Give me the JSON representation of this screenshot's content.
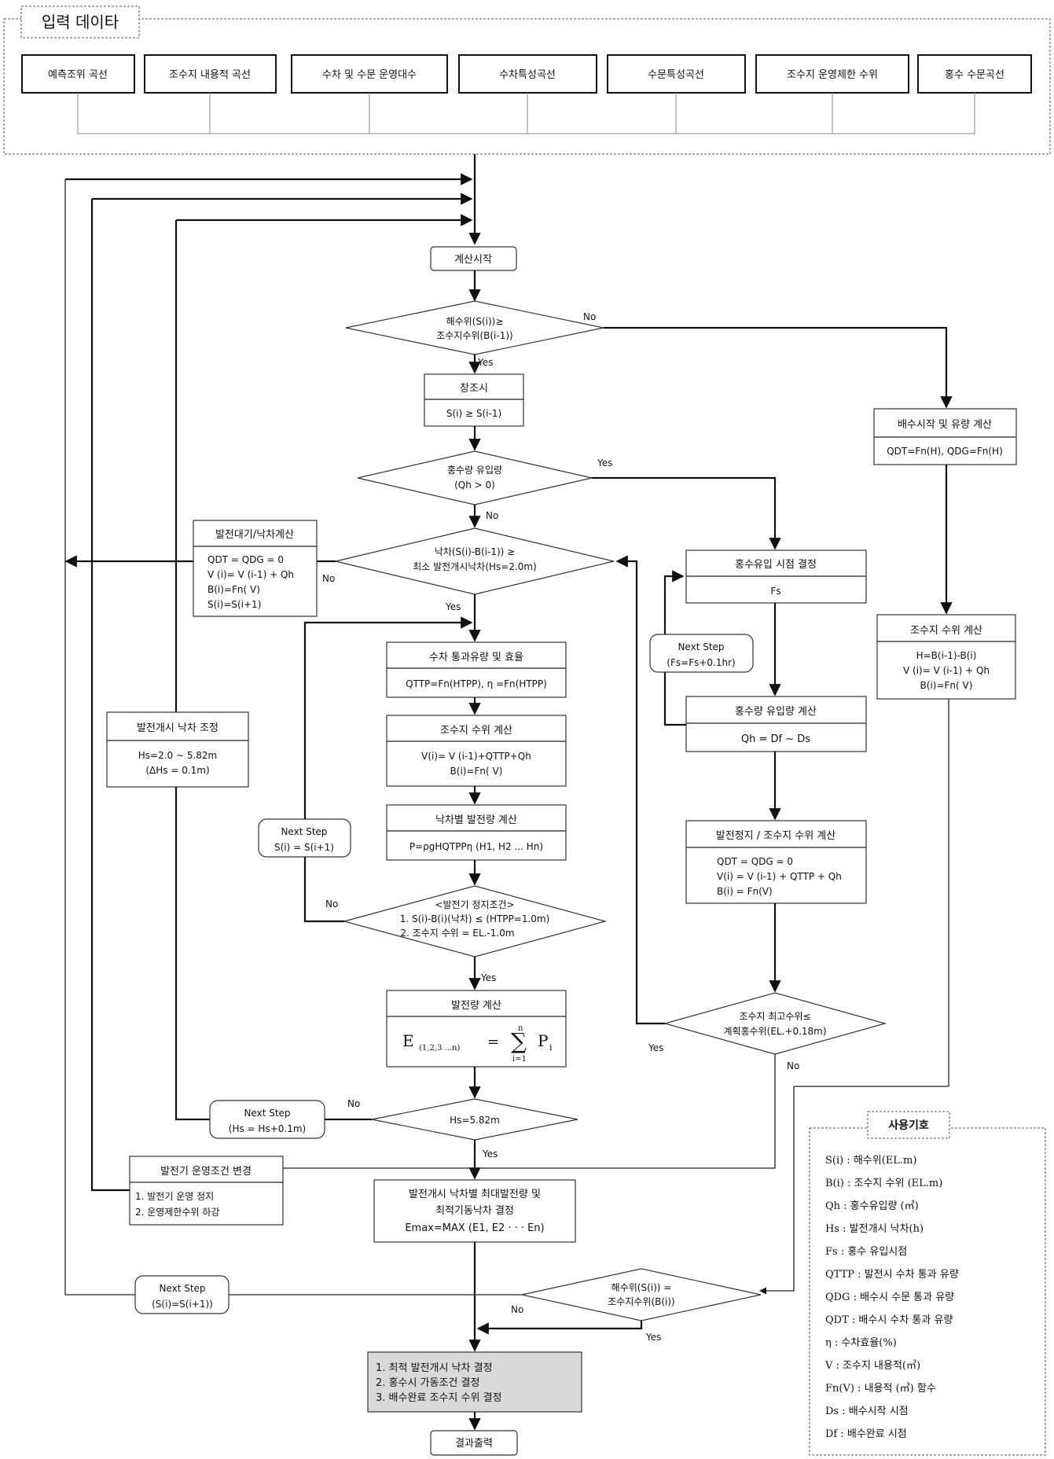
{
  "input": {
    "title": "입력 데이타",
    "items": [
      "예측조위 곡선",
      "조수지 내용적 곡선",
      "수차 및 수문 운영대수",
      "수차특성곡선",
      "수문특성곡선",
      "조수지 운영제한 수위",
      "홍수 수문곡선"
    ]
  },
  "start": "계산시작",
  "d_sea": [
    "해수위(S(i))≥",
    "조수지수위(B(i-1))"
  ],
  "flood_tide": {
    "title": "창조시",
    "cond": "S(i) ≥ S(i-1)"
  },
  "d_flood": [
    "홍수량 유입량",
    "(Qh > 0)"
  ],
  "d_head": [
    "낙차(S(i)-B(i-1)) ≥",
    "최소 발전개시낙차(Hs=2.0m)"
  ],
  "standby": {
    "title": "발전대기/낙차계산",
    "lines": [
      "QDT = QDG = 0",
      "V (i)= V (i-1) + Qh",
      "B(i)=Fn( V)",
      "S(i)=S(i+1)"
    ]
  },
  "turbine": {
    "title": "수차 통과유량 및 효율",
    "formula": "QTTP=Fn(HTPP),   η =Fn(HTPP)"
  },
  "reservoir1": {
    "title": "조수지 수위 계산",
    "lines": [
      "V(i)= V (i-1)+QTTP+Qh",
      "B(i)=Fn( V)"
    ]
  },
  "head_power": {
    "title": "낙차별 발전량 계산",
    "formula": "P=ρgHQTPPη  (H1, H2 ... Hn)"
  },
  "d_stop": [
    "<발전기 정지조건>",
    "1. S(i)-B(i)(낙차) ≤ (HTPP=1.0m)",
    "2. 조수지 수위 = EL.-1.0m"
  ],
  "energy": {
    "title": "발전량 계산",
    "formula_e": "E",
    "formula_sub": "(1,2,3  ...n)",
    "formula_eq": "=",
    "formula_p": "P",
    "formula_pi": "i",
    "formula_top": "n",
    "formula_bot": "i=1"
  },
  "d_hs": "Hs=5.82m",
  "adjust": {
    "title": "발전개시 낙차 조정",
    "lines": [
      "Hs=2.0 ~ 5.82m",
      "(ΔHs = 0.1m)"
    ]
  },
  "next_step_s": [
    "Next Step",
    "S(i) = S(i+1)"
  ],
  "next_step_hs": [
    "Next Step",
    "(Hs = Hs+0.1m)"
  ],
  "next_step_fs": [
    "Next Step",
    "(Fs=Fs+0.1hr)"
  ],
  "next_step_s2": [
    "Next Step",
    "(S(i)=S(i+1))"
  ],
  "gen_change": {
    "title": "발전기 운영조건 변경",
    "lines": [
      "1. 발전기 운영 정지",
      "2. 운영제한수위 하강"
    ]
  },
  "max_energy": [
    "발전개시 낙차별 최대발전량 및",
    "최적기동낙차 결정",
    "Emax=MAX (E1, E2 · · · En)"
  ],
  "drain": {
    "title": "배수시작 및 유량 계산",
    "formula": "QDT=Fn(H), QDG=Fn(H)"
  },
  "res_drain": {
    "title": "조수지 수위 계산",
    "lines": [
      "H=B(i-1)-B(i)",
      "V (i)=  V (i-1) + Qh",
      "B(i)=Fn( V)"
    ]
  },
  "flood_time": {
    "title": "홍수유입 시점 결정",
    "value": "Fs"
  },
  "flood_flow": {
    "title": "홍수량 유입량 계산",
    "value": "Qh = Df ~ Ds"
  },
  "stop_res": {
    "title": "발전정지 / 조수지 수위 계산",
    "lines": [
      "QDT = QDG = 0",
      "V(i) = V (i-1) + QTTP + Qh",
      "B(i) = Fn(V)"
    ]
  },
  "d_max": [
    "조수지 최고수위≤",
    "계획홍수위(EL.+0.18m)"
  ],
  "d_equal": [
    "해수위(S(i)) =",
    "조수지수위(B(i))"
  ],
  "result": [
    "1. 최적 발전개시 낙차 결정",
    "2. 홍수시 가동조건 결정",
    "3. 배수완료 조수지 수위 결정"
  ],
  "output": "결과출력",
  "labels": {
    "yes": "Yes",
    "no": "No"
  },
  "legend": {
    "title": "사용기호",
    "items": [
      "S(i) : 해수위(EL.m)",
      "B(i) : 조수지 수위 (EL.m)",
      "Qh : 홍수유입량 (㎥)",
      "Hs : 발전개시 낙차(h)",
      "Fs : 홍수 유입시점",
      "QTTP : 발전시 수차 통과 유량",
      "QDG : 배수시 수문 통과 유량",
      "QDT : 배수시 수차 통과 유량",
      "η : 수차효율(%)",
      "V : 조수지 내용적(㎥)",
      "Fn(V) : 내용적 (㎥) 함수",
      "Ds : 배수시작 시점",
      "Df : 배수완료 시점"
    ]
  }
}
